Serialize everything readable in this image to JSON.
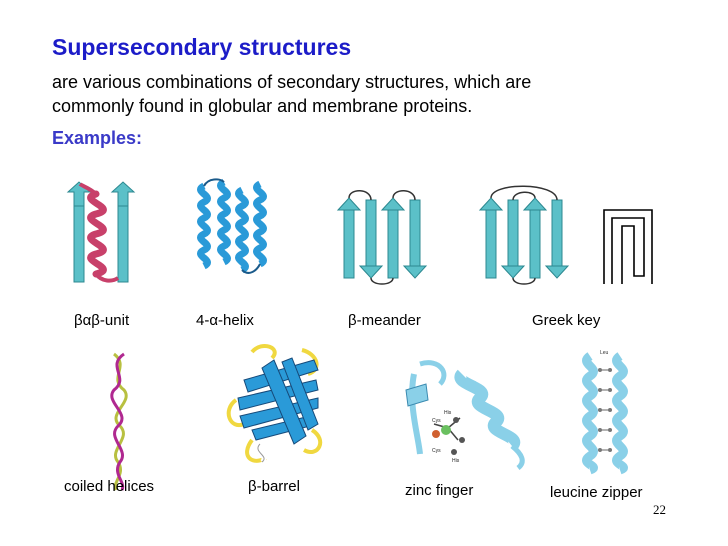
{
  "slide": {
    "title": "Supersecondary structures",
    "subtitle_line1": "are various combinations of secondary structures, which are",
    "subtitle_line2": "commonly found in globular and membrane proteins.",
    "examples_label": "Examples:",
    "page_number": "22"
  },
  "captions": {
    "bab": "βαβ-unit",
    "helix4": "4-α-helix",
    "meander": "β-meander",
    "greek": "Greek key",
    "coiled": "coiled helices",
    "barrel": "β-barrel",
    "zinc": "zinc finger",
    "leucine": "leucine zipper"
  },
  "figure_labels": {
    "zinc_his1": "His",
    "zinc_cys1": "Cys",
    "zinc_cys2": "Cys",
    "zinc_his2": "His",
    "zipper_leu": "Leu"
  },
  "colors": {
    "title": "#1c1cc8",
    "examples": "#3a3ac8",
    "strand": "#5bc0c8",
    "helix_blue": "#2a9ad8",
    "helix_pink": "#c8406a",
    "barrel_yellow": "#f0d840"
  }
}
